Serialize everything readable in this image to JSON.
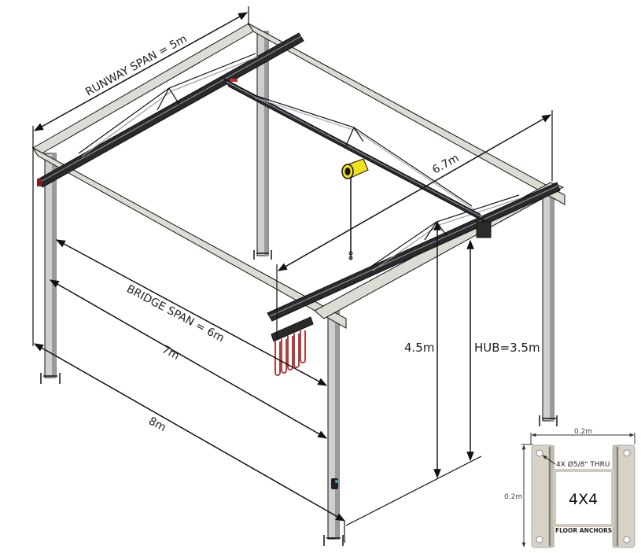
{
  "drawing": {
    "subject": "Freestanding bridge crane (gantry) with dimensions",
    "labels": {
      "runway_span": "RUNWAY SPAN = 5m",
      "bridge_span": "BRIDGE SPAN = 6m",
      "length_7m": "7m",
      "length_8m": "8m",
      "width_6_7m": "6.7m",
      "height_overall": "4.5m",
      "height_hub": "HUB=3.5m"
    },
    "colors": {
      "line": "#111111",
      "post": "#c8c8c8",
      "post_shade": "#8a8a8a",
      "beam": "#2a2a2a",
      "runway_bar": "#d8d8d0",
      "hoist": "#f2e21a",
      "festoon": "#c0504d",
      "anchor_plate": "#d8d2c6"
    }
  },
  "inset": {
    "title": "FLOOR ANCHORS",
    "size_label": "4X4",
    "hole_note": "4X Ø5/8\" THRU",
    "width_dim": "0.2m",
    "height_dim": "0.2m"
  }
}
